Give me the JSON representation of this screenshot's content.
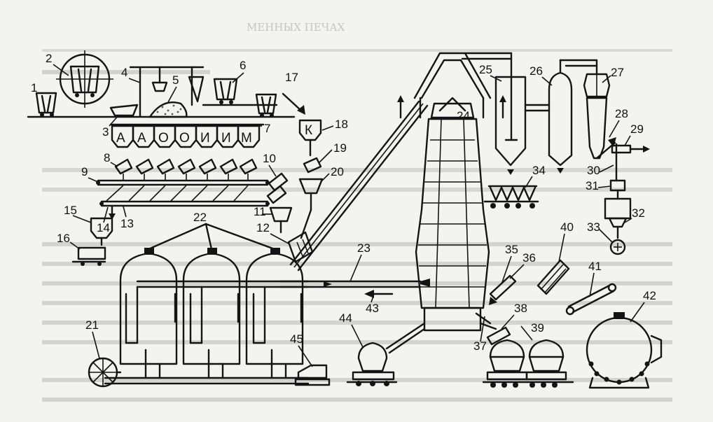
{
  "header_text": "МЕННЫХ ПЕЧАХ",
  "bin_letters": [
    "А",
    "А",
    "О",
    "О",
    "И",
    "И",
    "М"
  ],
  "hopper_letter": "К",
  "labels": [
    "1",
    "2",
    "3",
    "4",
    "5",
    "6",
    "7",
    "8",
    "9",
    "10",
    "11",
    "12",
    "13",
    "14",
    "15",
    "16",
    "17",
    "18",
    "19",
    "20",
    "21",
    "22",
    "23",
    "24",
    "25",
    "26",
    "27",
    "28",
    "29",
    "30",
    "31",
    "32",
    "33",
    "34",
    "35",
    "36",
    "37",
    "38",
    "39",
    "40",
    "41",
    "42",
    "43",
    "44",
    "45"
  ]
}
